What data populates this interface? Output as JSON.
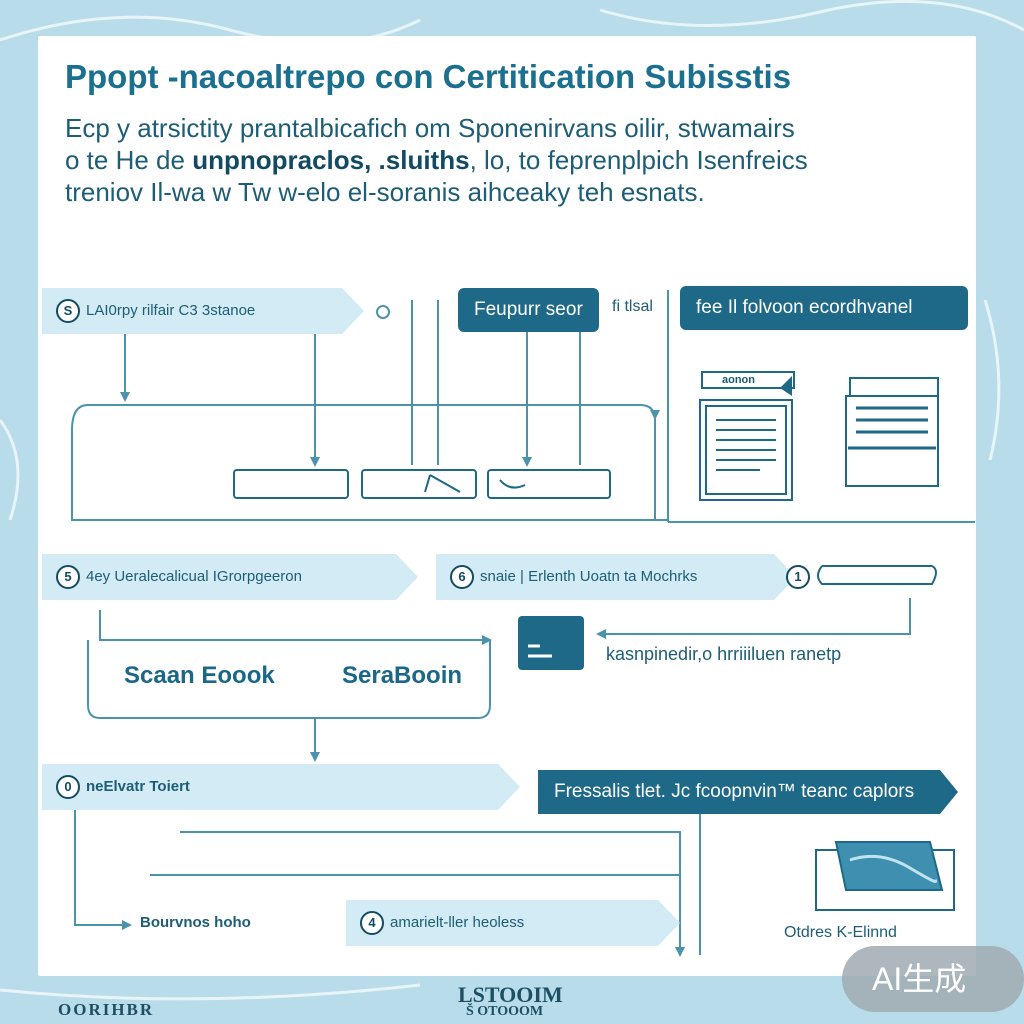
{
  "title": "Ppopt ‐nacoaltrepo con Certitication Subisstis",
  "intro": {
    "line1": "Ecp y atrsictity prantalbicafich om Sponenirvans oilir, stwamairs",
    "line2_pre": "o te He de ",
    "line2_bold": "unpnopraclos, .sluiths",
    "line2_post": ", lo, to feprenplpich Isenfreics",
    "line3": "treniov Il-wa w Tw w-elo el-soranis aihceaky teh esnats."
  },
  "steps": {
    "s1": {
      "num": "S",
      "label": "LAI0rpy rilfair C3 3stanoe"
    },
    "s5": {
      "num": "5",
      "label": "4ey Ueralecalicual IGrorpgeeron"
    },
    "s6": {
      "num": "6",
      "label": "snaie | Erlenth Uoatn ta Mochrks"
    },
    "s1b": {
      "num": "1"
    },
    "s0": {
      "num": "0",
      "label": "neElvatr Toiert"
    },
    "s4": {
      "num": "4",
      "label": "amarielt-ller heoless"
    }
  },
  "boxes": {
    "heupurr": "Feupurr seor",
    "feed": "fee Il folvoon ecordhvanel",
    "fressalis": "Fressalis tlet. Jc fcoopnvin™ teanc caplors"
  },
  "labels": {
    "small_side": "fi tlsal",
    "doc_tag": "aonon",
    "kasnp": "kasnpinedir,o hrriiiluen ranetp",
    "book1": "Scaan Eoook",
    "book2": "SeraBooin",
    "bourvnos": "Bourvnos hoho",
    "otdres": "Otdres K-Elinnd"
  },
  "footer": {
    "left": "OORIHBR",
    "center1": "LSTOOIM",
    "center2": "Š OTOOOM"
  },
  "badge": "AI生成",
  "colors": {
    "bg": "#b9dcea",
    "accent": "#1e6987",
    "pill": "#d3ebf4",
    "line": "#4b93ab"
  }
}
